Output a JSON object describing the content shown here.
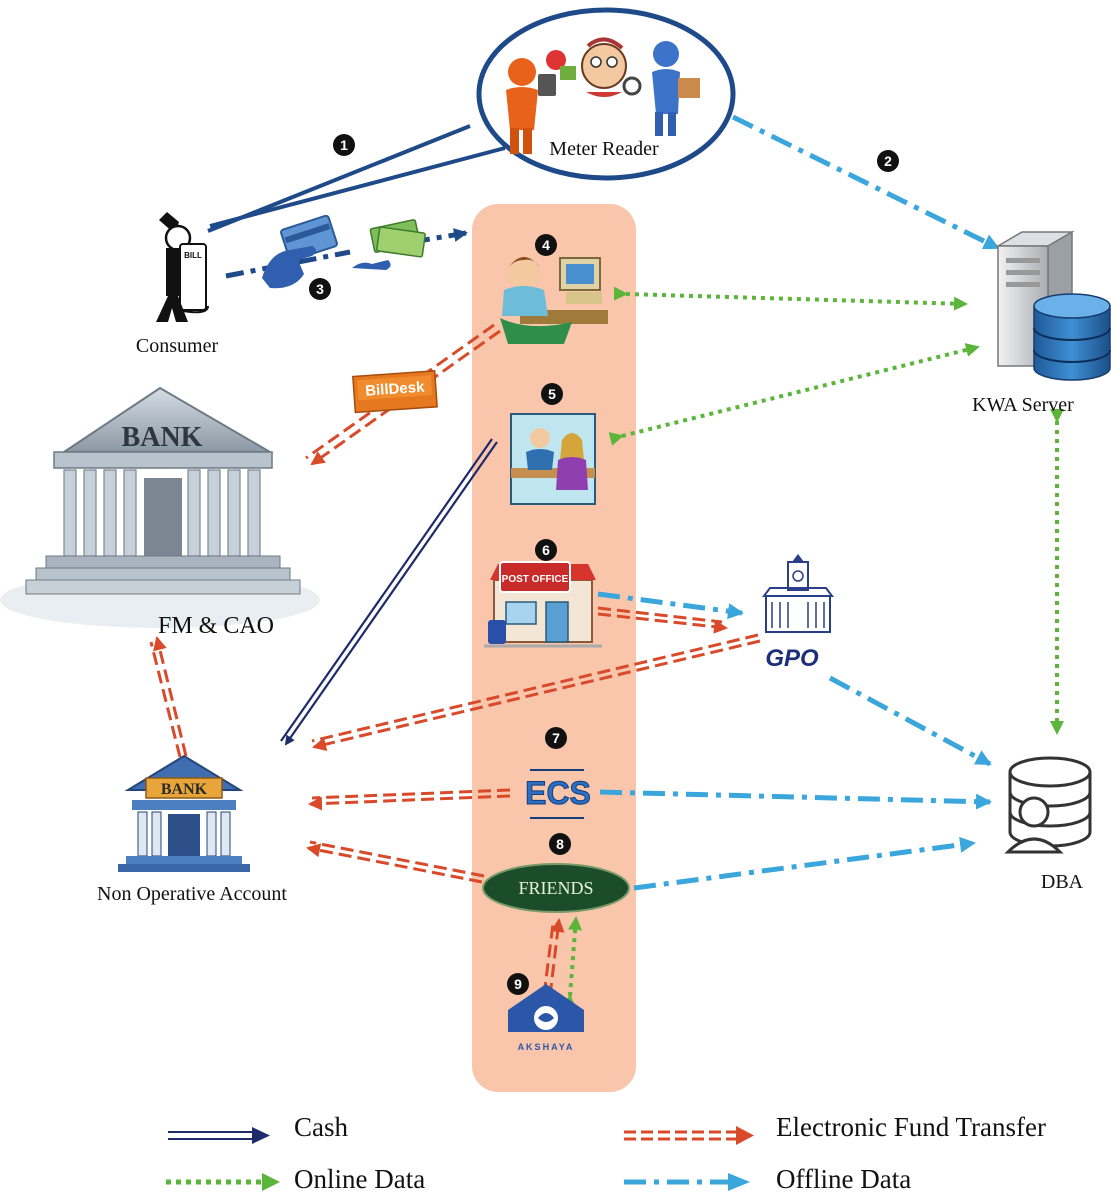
{
  "nodes": {
    "meter_reader": "Meter Reader",
    "consumer": "Consumer",
    "kwa_server": "KWA Server",
    "bank_fm_cao": "FM & CAO",
    "non_operative_account": "Non Operative Account",
    "dba": "DBA",
    "bank_sign_large": "BANK",
    "bank_sign_small": "BANK",
    "billdesk": "BillDesk",
    "post_office": "POST OFFICE",
    "gpo": "GPO",
    "ecs": "ECS",
    "friends": "FRIENDS",
    "akshaya": "AKSHAYA",
    "bill": "BILL"
  },
  "steps": [
    "1",
    "2",
    "3",
    "4",
    "5",
    "6",
    "7",
    "8",
    "9"
  ],
  "legend": {
    "cash": "Cash",
    "eft": "Electronic Fund Transfer",
    "online": "Online Data",
    "offline": "Offline Data"
  },
  "colors": {
    "cash": "#1f2a6b",
    "eft": "#d94a2b",
    "online": "#5bb53b",
    "offline": "#3aa6dc",
    "panel": "#f9c6ab",
    "consumer_line": "#1f4a8a"
  }
}
